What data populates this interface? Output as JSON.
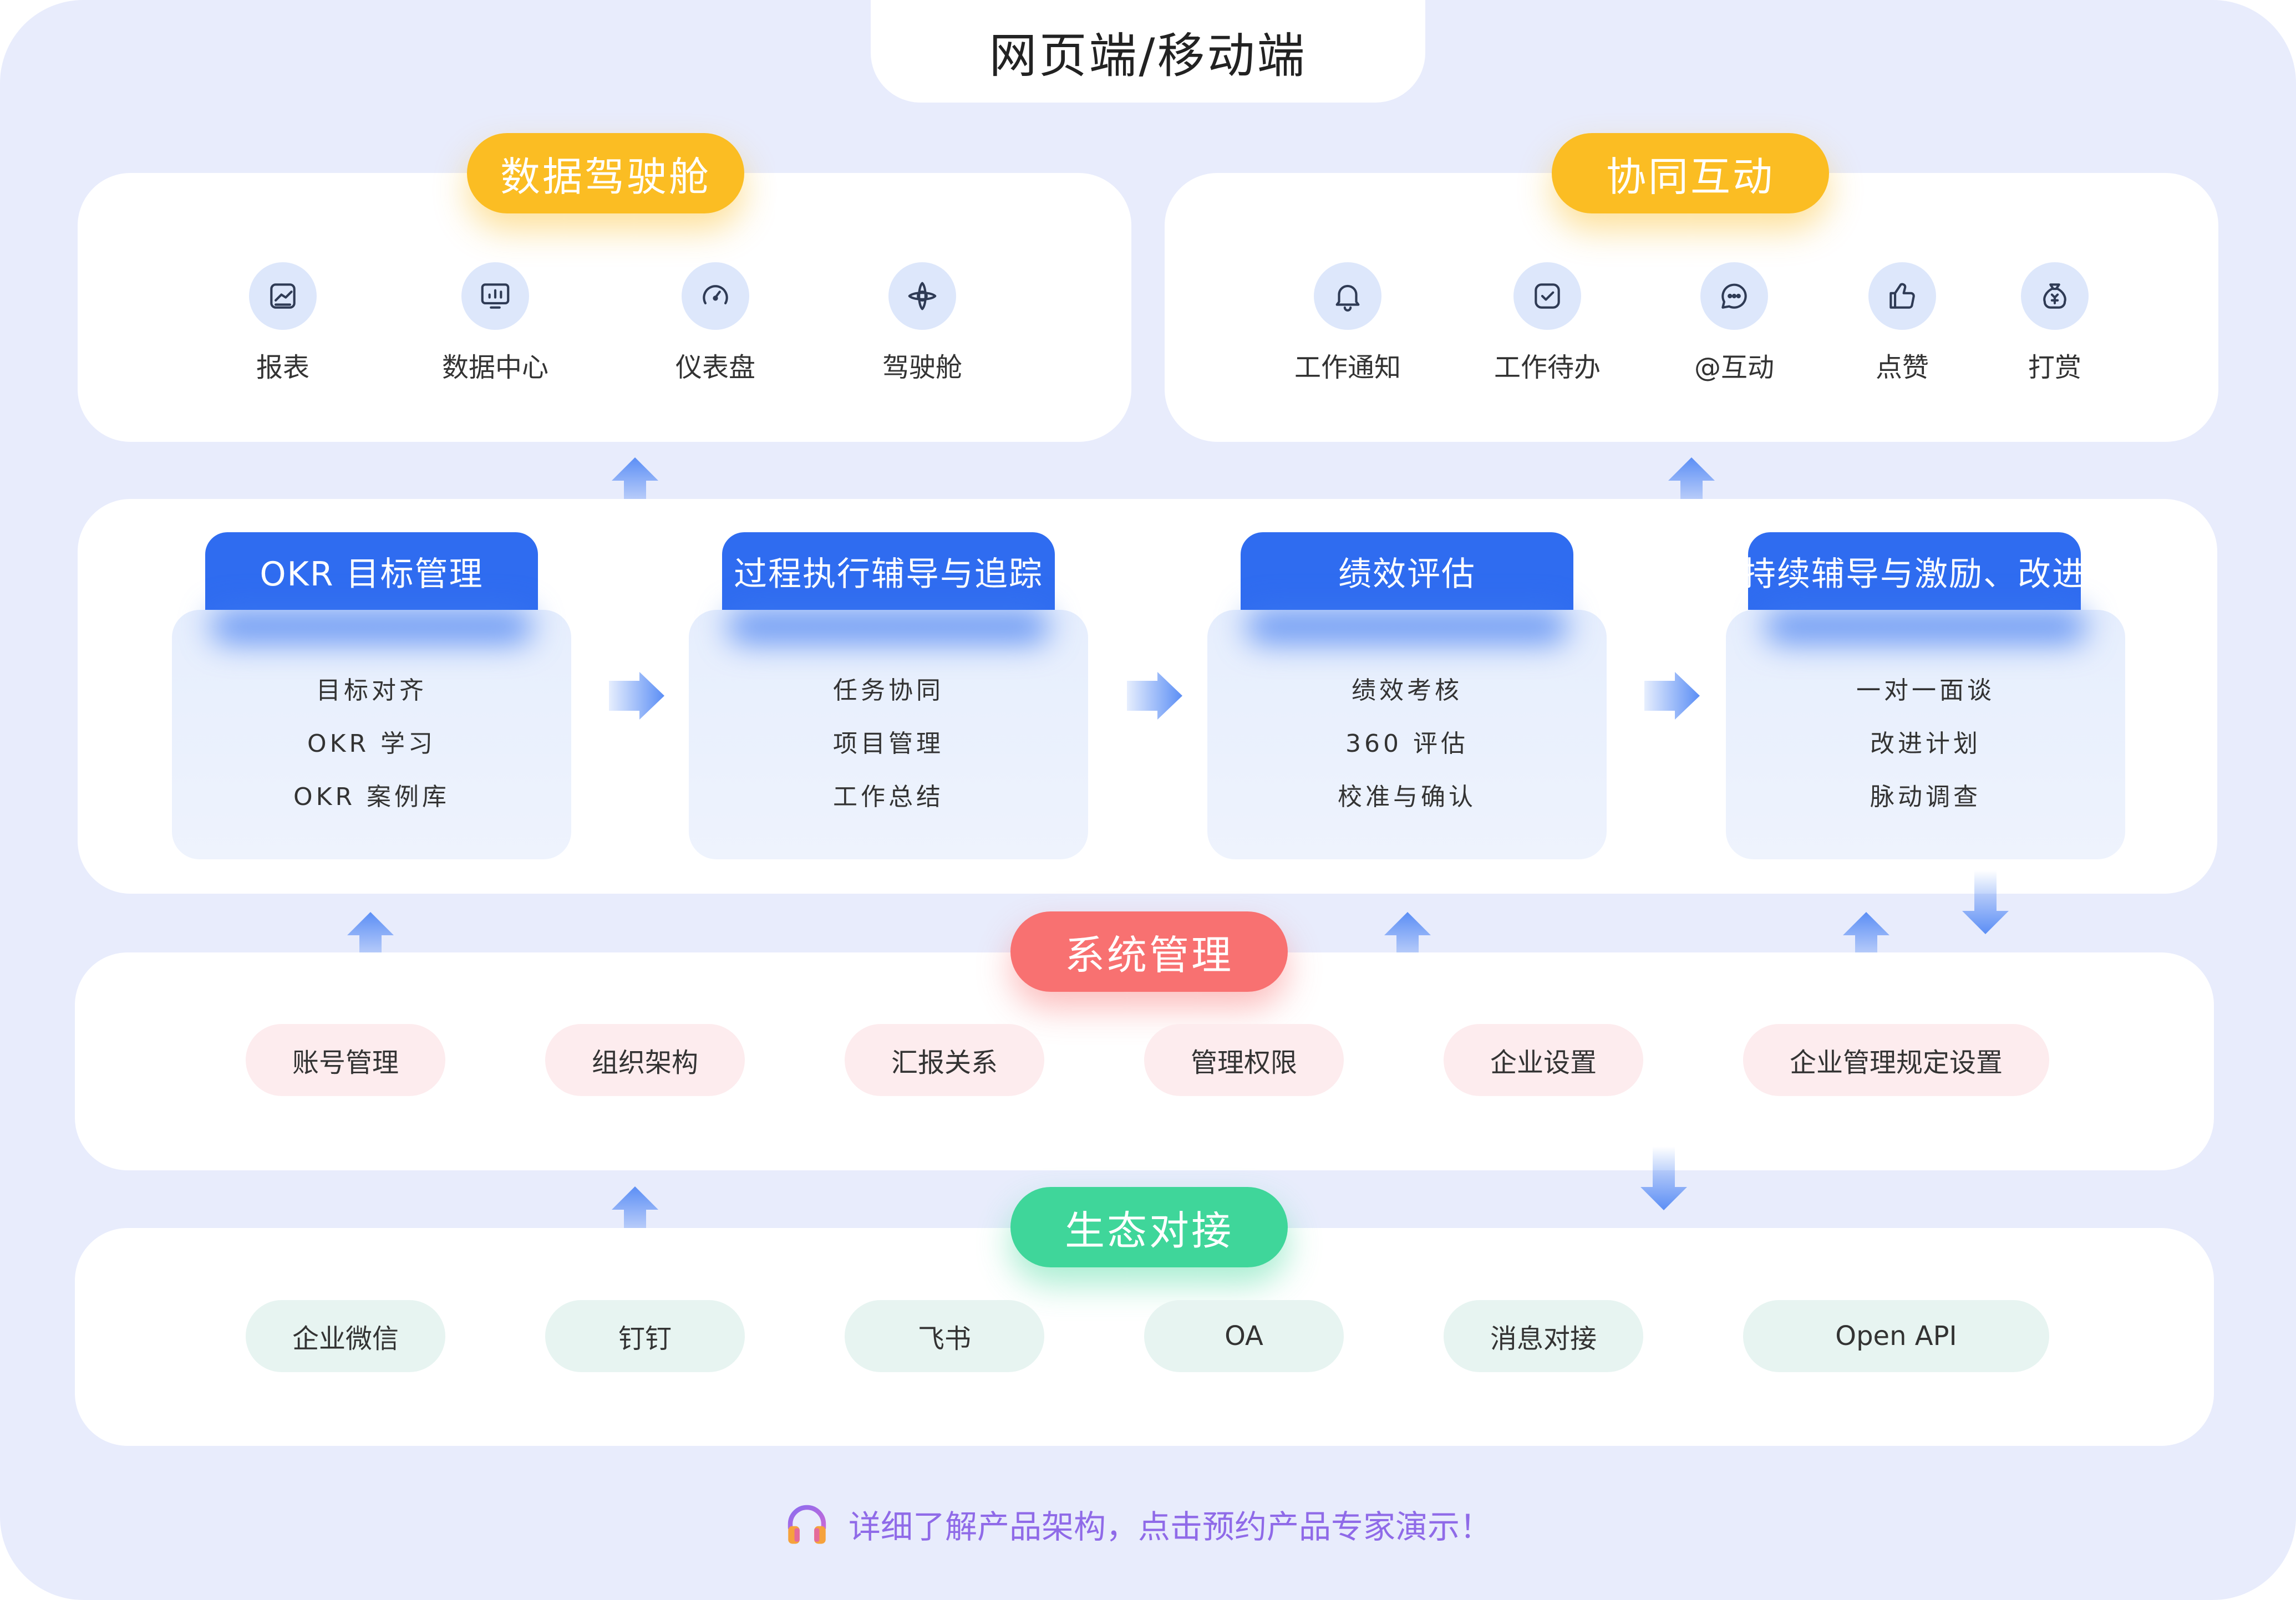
{
  "header": {
    "title": "网页端/移动端"
  },
  "dashboard": {
    "title": "数据驾驶舱",
    "items": [
      {
        "label": "报表",
        "icon": "report-icon"
      },
      {
        "label": "数据中心",
        "icon": "data-center-icon"
      },
      {
        "label": "仪表盘",
        "icon": "dashboard-gauge-icon"
      },
      {
        "label": "驾驶舱",
        "icon": "cockpit-icon"
      }
    ]
  },
  "collab": {
    "title": "协同互动",
    "items": [
      {
        "label": "工作通知",
        "icon": "bell-icon"
      },
      {
        "label": "工作待办",
        "icon": "todo-check-icon"
      },
      {
        "label": "@互动",
        "icon": "chat-bubble-icon"
      },
      {
        "label": "点赞",
        "icon": "thumbs-up-icon"
      },
      {
        "label": "打赏",
        "icon": "money-bag-icon"
      }
    ]
  },
  "process": [
    {
      "title": "OKR 目标管理",
      "lines": [
        "目标对齐",
        "OKR 学习",
        "OKR 案例库"
      ]
    },
    {
      "title": "过程执行辅导与追踪",
      "lines": [
        "任务协同",
        "项目管理",
        "工作总结"
      ]
    },
    {
      "title": "绩效评估",
      "lines": [
        "绩效考核",
        "360 评估",
        "校准与确认"
      ]
    },
    {
      "title": "持续辅导与激励、改进",
      "lines": [
        "一对一面谈",
        "改进计划",
        "脉动调查"
      ]
    }
  ],
  "system": {
    "title": "系统管理",
    "items": [
      "账号管理",
      "组织架构",
      "汇报关系",
      "管理权限",
      "企业设置",
      "企业管理规定设置"
    ]
  },
  "ecosystem": {
    "title": "生态对接",
    "items": [
      "企业微信",
      "钉钉",
      "飞书",
      "OA",
      "消息对接",
      "Open API"
    ]
  },
  "footer": {
    "text": "详细了解产品架构，点击预约产品专家演示！",
    "icon": "headphones-icon"
  },
  "colors": {
    "background": "#e8ecfc",
    "primary_blue": "#2f6cf0",
    "yellow": "#fbbd23",
    "red": "#f87171",
    "green": "#3fd69a",
    "footer_text": "#8f6ae8"
  }
}
